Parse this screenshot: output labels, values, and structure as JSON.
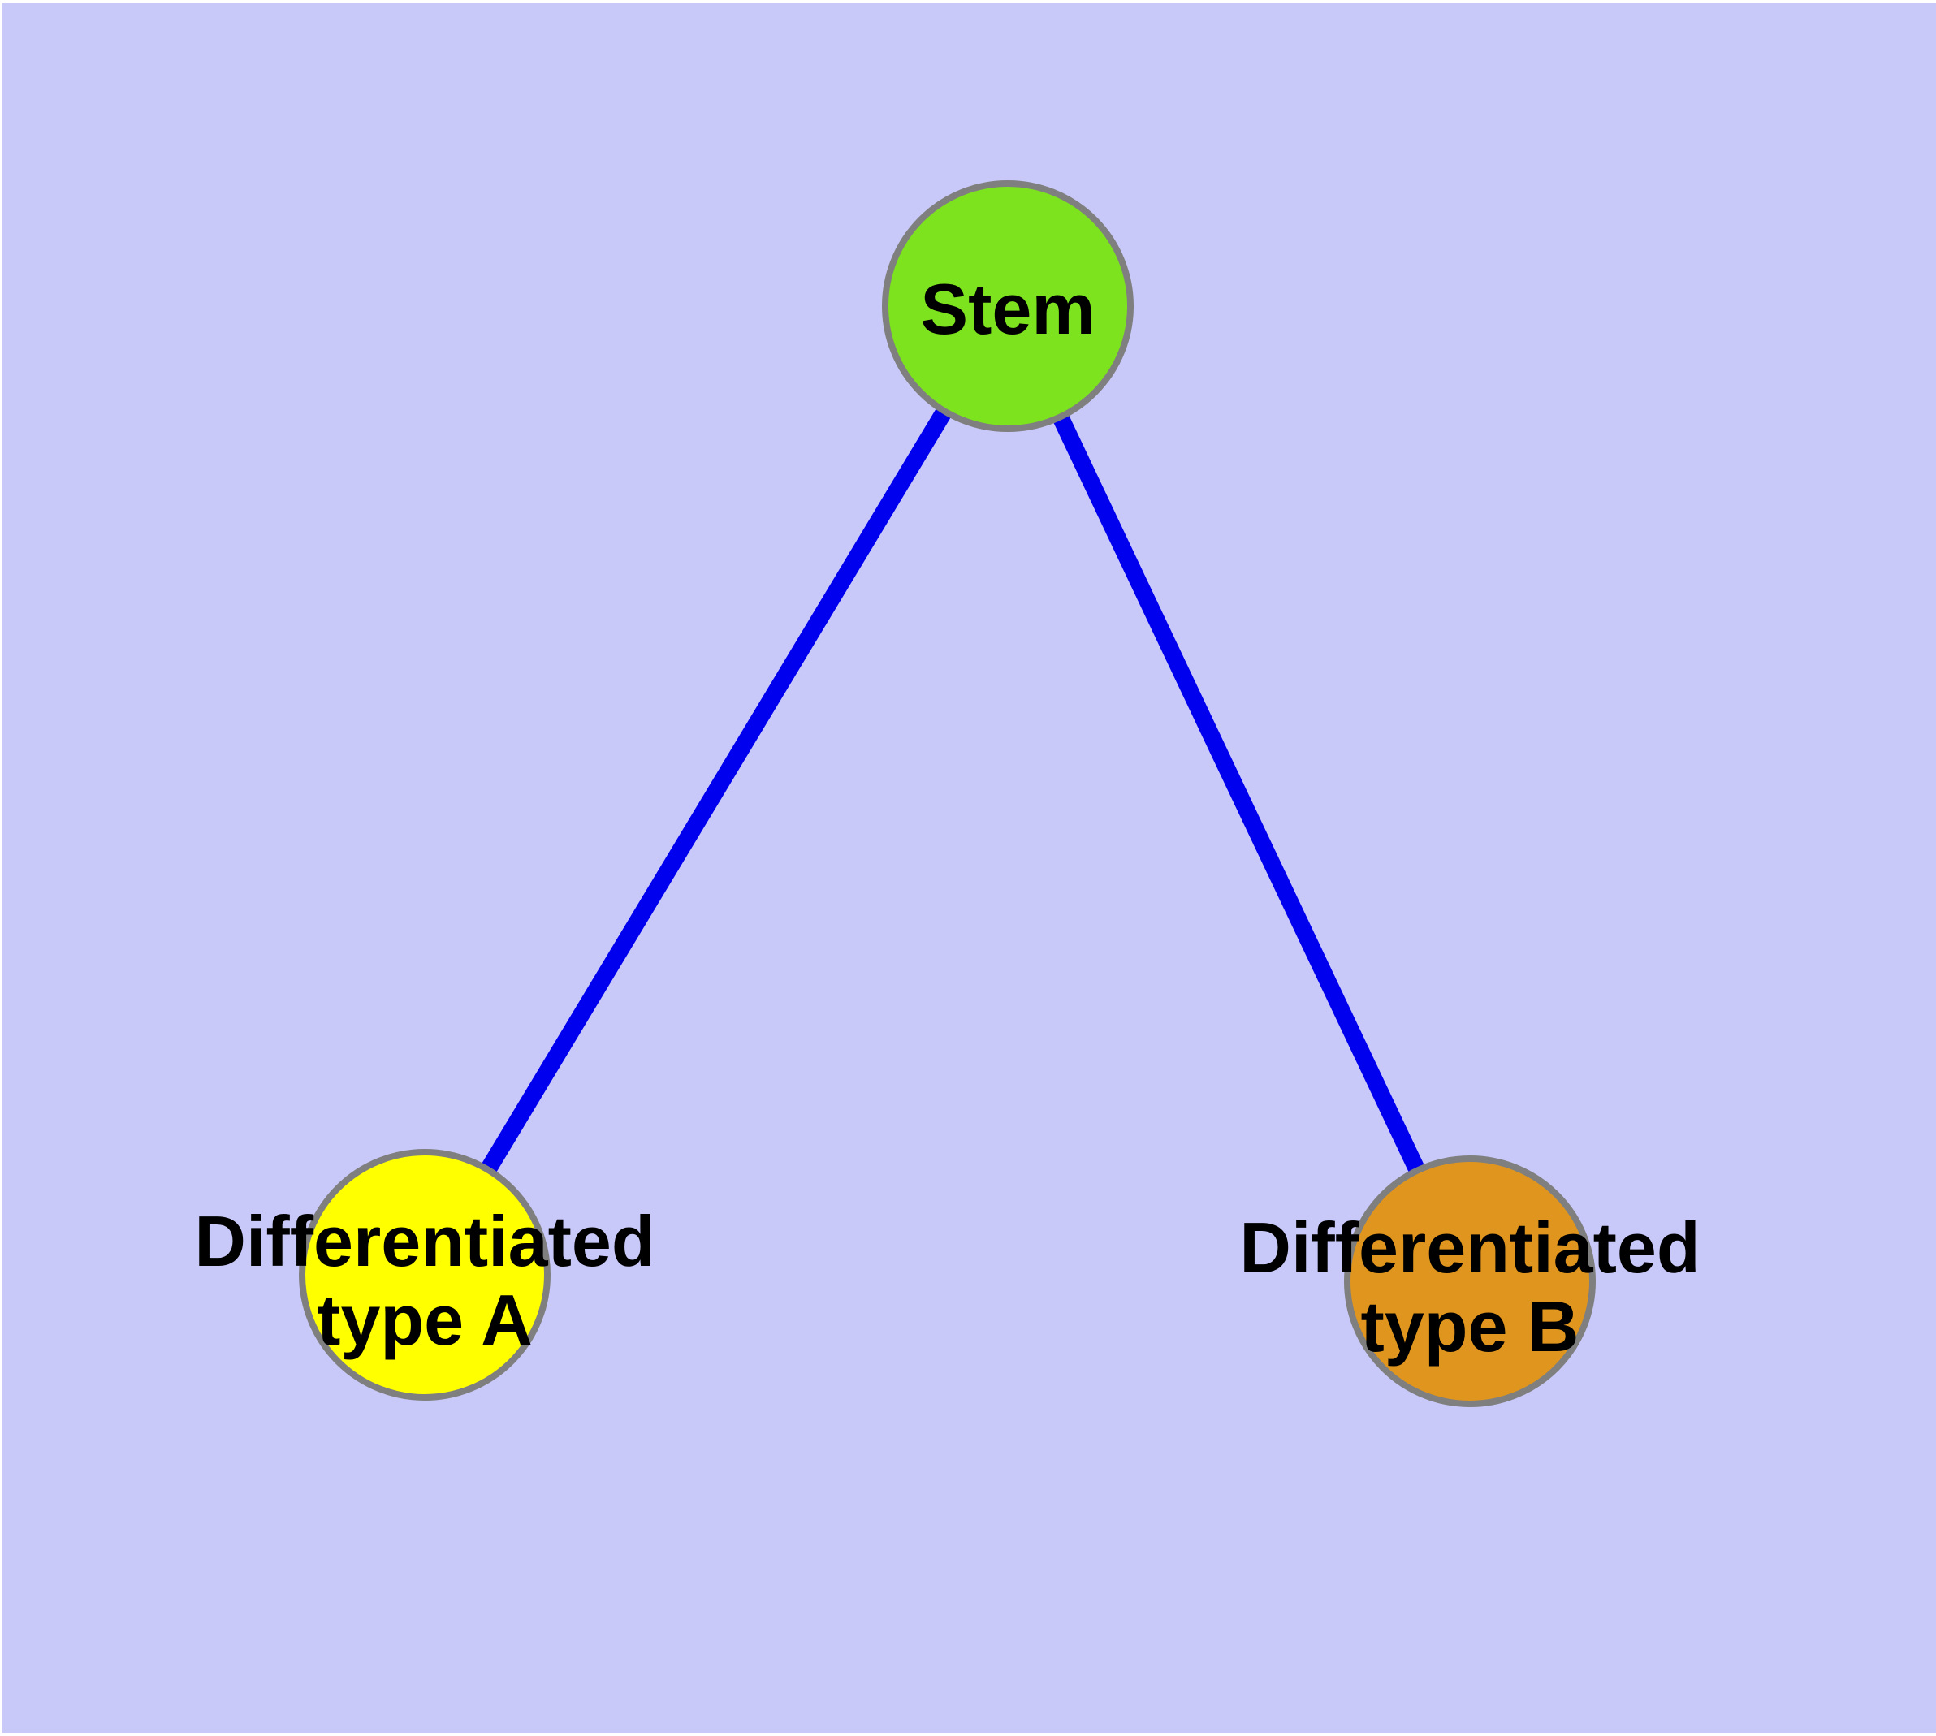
{
  "diagram": {
    "type": "node-link-graph",
    "background_color": "#C9C9F9",
    "edge_color": "#0000EE",
    "node_stroke_color": "#7F7F7F",
    "text_color": "#000000",
    "nodes": {
      "stem": {
        "label": "Stem",
        "fill": "#7DE31E"
      },
      "diff_a": {
        "label_line1": "Differentiated",
        "label_line2": "type A",
        "fill": "#FFFF00"
      },
      "diff_b": {
        "label_line1": "Differentiated",
        "label_line2": "type B",
        "fill": "#E0961E"
      }
    },
    "edges": [
      {
        "from": "Stem",
        "to": "Differentiated type A"
      },
      {
        "from": "Stem",
        "to": "Differentiated type B"
      }
    ]
  }
}
